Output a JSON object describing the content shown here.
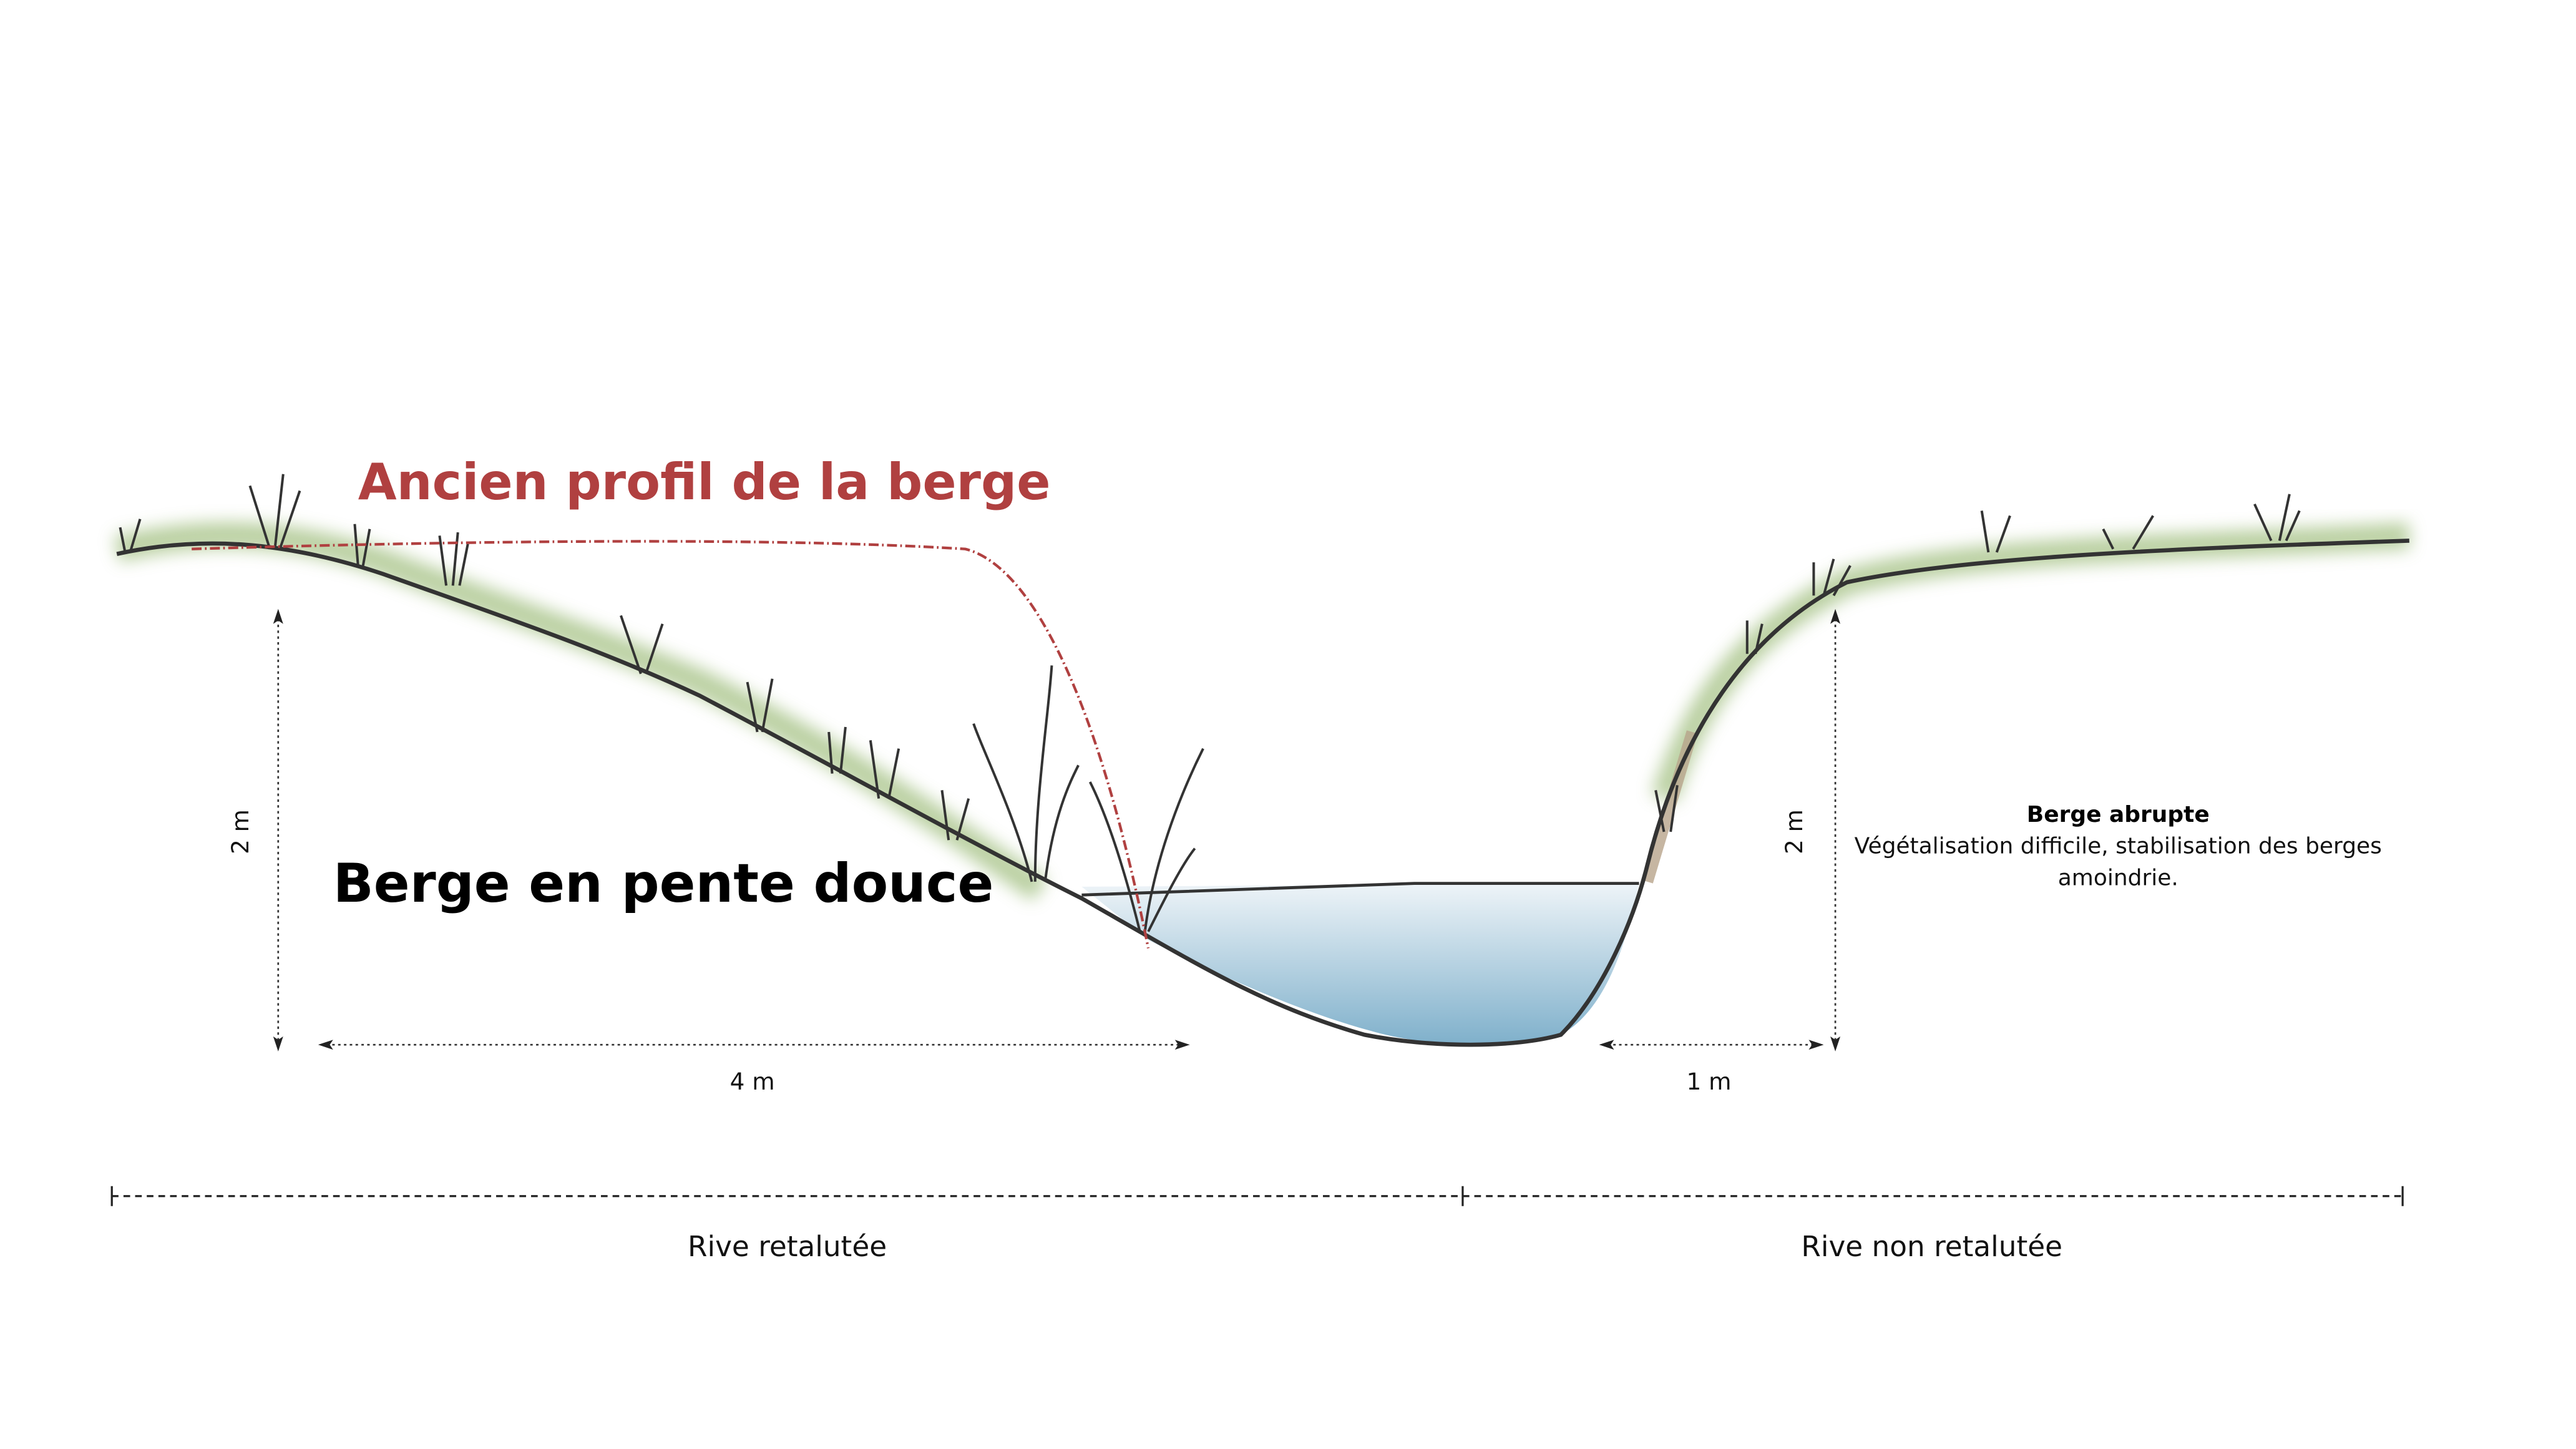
{
  "titles": {
    "old_profile": "Ancien profil de la berge",
    "gentle_bank": "Berge en pente douce"
  },
  "dimensions": {
    "left_height": "2 m",
    "left_width": "4 m",
    "right_height": "2 m",
    "right_width": "1 m"
  },
  "note": {
    "title": "Berge abrupte",
    "line1": "Végétalisation difficile, stabilisation des berges",
    "line2": "amoindrie."
  },
  "zones": {
    "left": "Rive retalutée",
    "right": "Rive non retalutée"
  },
  "colors": {
    "old_profile": "#b04040",
    "grass": "#a9c48a",
    "water_top": "#eef4f8",
    "water_bottom": "#7fb0cb",
    "ground_line": "#333333",
    "eroded_bank": "#b8a58c"
  }
}
